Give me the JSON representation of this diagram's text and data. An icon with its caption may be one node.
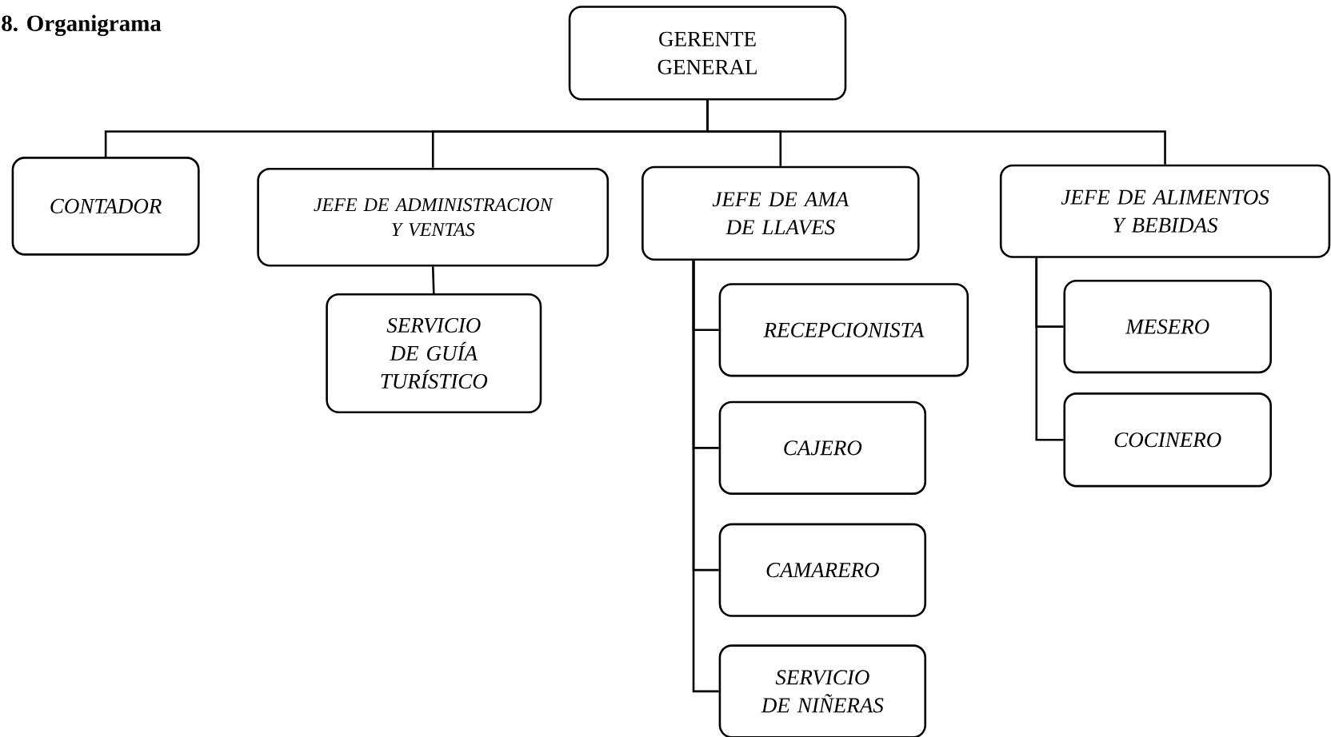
{
  "diagram": {
    "title": "8. Organigrama",
    "nodes": [
      {
        "text": [
          "GERENTE GENERAL"
        ]
      },
      {
        "text": [
          "CONTADOR"
        ]
      },
      {
        "text": [
          "JEFE DE ADMINISTRACION Y VENTAS"
        ]
      },
      {
        "text": [
          "SERVICIO DE GUÍA TURÍSTICO"
        ]
      },
      {
        "text": [
          "JEFE DE AMA DE LLAVES"
        ]
      },
      {
        "text": [
          "RECEPCIONISTA"
        ]
      },
      {
        "text": [
          "CAJERO"
        ]
      },
      {
        "text": [
          "CAMARERO"
        ]
      },
      {
        "text": [
          "SERVICIO DE NIÑERAS"
        ]
      },
      {
        "text": [
          "JEFE DE ALIMENTOS Y BEBIDAS"
        ]
      },
      {
        "text": [
          "MESERO"
        ]
      },
      {
        "text": [
          "COCINERO"
        ]
      }
    ],
    "edges": [
      {
        "from": 0,
        "to": 1,
        "arrow": "none"
      },
      {
        "from": 0,
        "to": 2,
        "arrow": "none"
      },
      {
        "from": 0,
        "to": 4,
        "arrow": "none"
      },
      {
        "from": 0,
        "to": 9,
        "arrow": "none"
      },
      {
        "from": 2,
        "to": 3,
        "arrow": "none"
      },
      {
        "from": 4,
        "to": 5,
        "arrow": "none"
      },
      {
        "from": 4,
        "to": 6,
        "arrow": "none"
      },
      {
        "from": 4,
        "to": 7,
        "arrow": "none"
      },
      {
        "from": 4,
        "to": 8,
        "arrow": "none"
      },
      {
        "from": 9,
        "to": 10,
        "arrow": "none"
      },
      {
        "from": 9,
        "to": 11,
        "arrow": "none"
      }
    ]
  }
}
